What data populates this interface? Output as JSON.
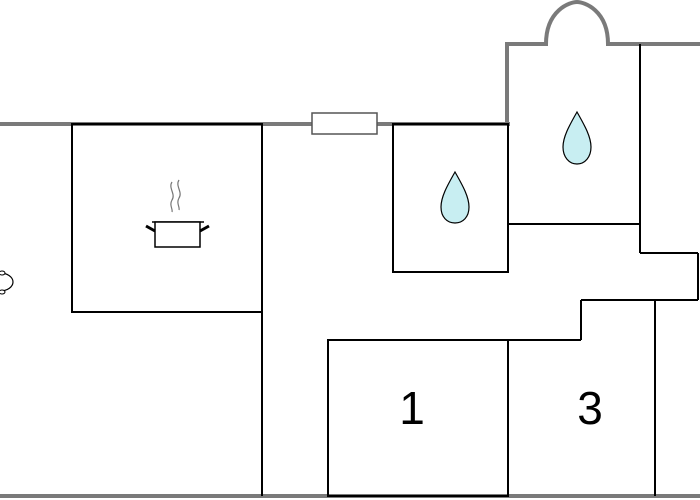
{
  "floor_plan": {
    "rooms": [
      {
        "name": "kitchen",
        "icon": "cooking-pot-icon"
      },
      {
        "name": "bathroom-1",
        "icon": "water-drop-icon"
      },
      {
        "name": "bathroom-2",
        "icon": "water-drop-icon"
      },
      {
        "name": "bedroom-1",
        "label": "1"
      },
      {
        "name": "bedroom-3",
        "label": "3"
      }
    ],
    "fixtures": [
      {
        "name": "window",
        "icon": "window-icon"
      },
      {
        "name": "bay-window",
        "icon": "bay-window-icon"
      },
      {
        "name": "outdoor-table",
        "icon": "table-icon"
      }
    ]
  },
  "colors": {
    "outer_wall": "#7a7a7a",
    "inner_wall": "#000000",
    "water_drop": "#c8eef2",
    "background": "#ffffff"
  }
}
